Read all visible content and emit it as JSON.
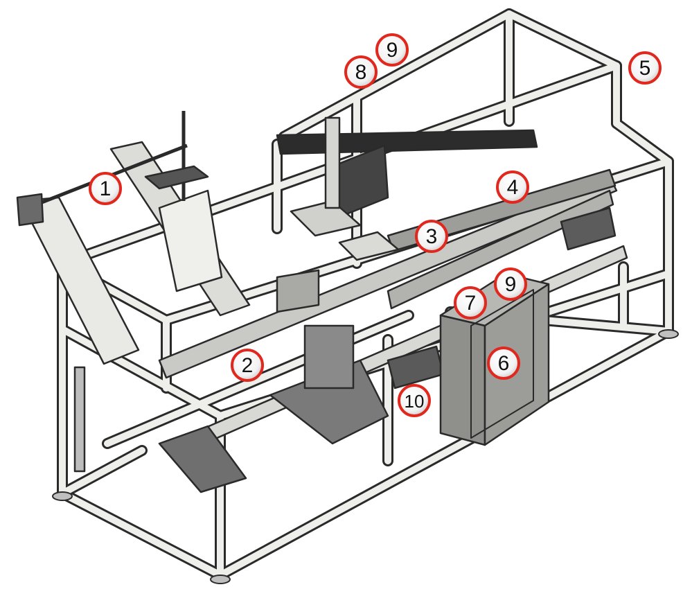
{
  "figure": {
    "colors": {
      "frame_fill": "#eeeeea",
      "frame_stroke": "#2a2a2a",
      "plate_fill": "#7a7a7a",
      "panel_fill": "#9a9a9a",
      "rail_fill": "#a8a8a8",
      "callout_ring": "#e0281e",
      "callout_fill": "#ffffff"
    },
    "callouts": [
      {
        "id": "c1",
        "label": "1"
      },
      {
        "id": "c2",
        "label": "2"
      },
      {
        "id": "c3",
        "label": "3"
      },
      {
        "id": "c4",
        "label": "4"
      },
      {
        "id": "c5",
        "label": "5"
      },
      {
        "id": "c6",
        "label": "6"
      },
      {
        "id": "c7",
        "label": "7"
      },
      {
        "id": "c8",
        "label": "8"
      },
      {
        "id": "c9a",
        "label": "9"
      },
      {
        "id": "c9b",
        "label": "9"
      },
      {
        "id": "c10",
        "label": "10"
      }
    ]
  }
}
